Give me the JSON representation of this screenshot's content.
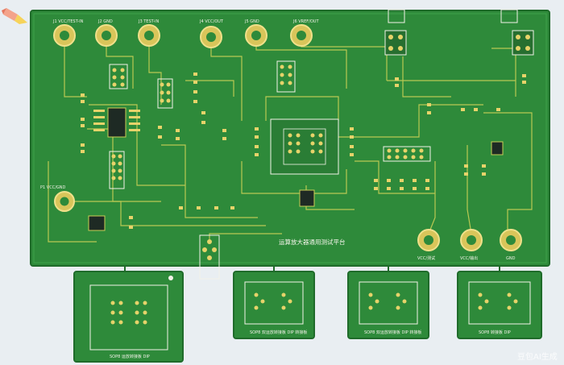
{
  "board": {
    "title": "运算放大器通用测试平台",
    "colors": {
      "board": "#2e8a3a",
      "trace": "#c9cf56",
      "pad": "#e7d36a",
      "silk": "#f2f2e8"
    }
  },
  "connectors": {
    "top": [
      "J1 VCC/TEST-IN",
      "J2 GND",
      "J3 TEST-IN",
      "J4 VCC/OUT",
      "J5 GND",
      "J6 VREF/OUT"
    ],
    "left": "P1 VCC/GND",
    "bottom": [
      "VCC/测试",
      "VCC/输出",
      "GND"
    ]
  },
  "modules": [
    {
      "id": "module-1",
      "label": "SOP8 运放转接板 DIP"
    },
    {
      "id": "module-2",
      "label": "SOP8 双运放转接板 DIP 转接板"
    },
    {
      "id": "module-3",
      "label": "SOP8 双运放转接板 DIP 转接板"
    },
    {
      "id": "module-4",
      "label": "SOP8 转接板 DIP"
    }
  ],
  "watermark": "豆包AI生成"
}
